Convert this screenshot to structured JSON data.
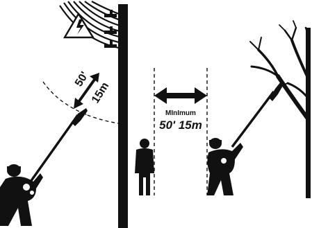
{
  "warning_symbol": "lightning-bolt-icon",
  "left_panel": {
    "distance_ft": "50'",
    "distance_m": "15m"
  },
  "right_panel": {
    "minimum_label": "MInImum",
    "distance": "50' 15m"
  },
  "colors": {
    "ink": "#111111",
    "background": "#ffffff"
  }
}
